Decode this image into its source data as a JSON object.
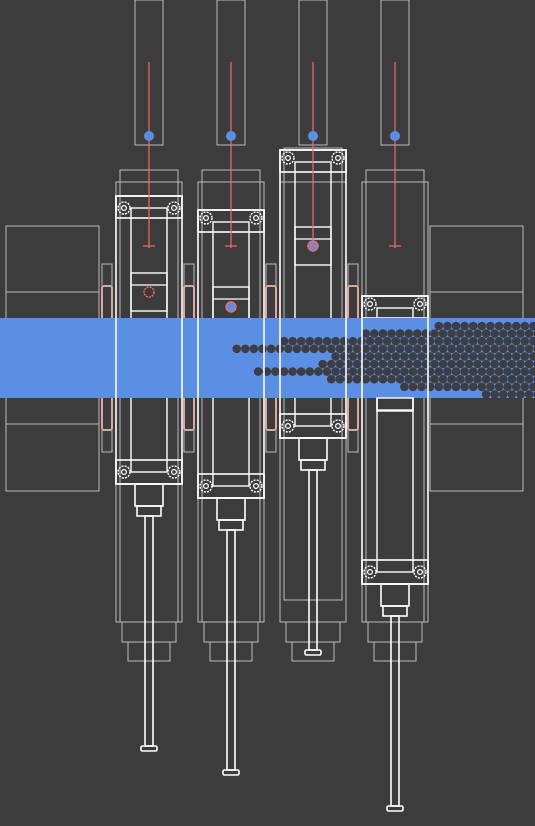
{
  "colors": {
    "background": "#3c3c3c",
    "line_bright": "#ffffff",
    "line_dim": "#bdbdbd",
    "tape": "#5b8fe3",
    "cell": "#3d3d44",
    "marker_fill": "#5b8fe3",
    "marker_line": "#f06a6a",
    "slot_tint": "#d9a5a5"
  },
  "columns": [
    {
      "id": "col-1",
      "piston_extension": 0.2,
      "marker": "ring"
    },
    {
      "id": "col-2",
      "piston_extension": 0.24,
      "marker": "filled-dot"
    },
    {
      "id": "col-3",
      "piston_extension": 0.0,
      "marker": "crosshair-dot"
    },
    {
      "id": "col-4",
      "piston_extension": 0.58,
      "marker": "ring"
    }
  ],
  "icons": {
    "wheel": "gear-wheel-icon",
    "marker": "alignment-marker-icon"
  }
}
